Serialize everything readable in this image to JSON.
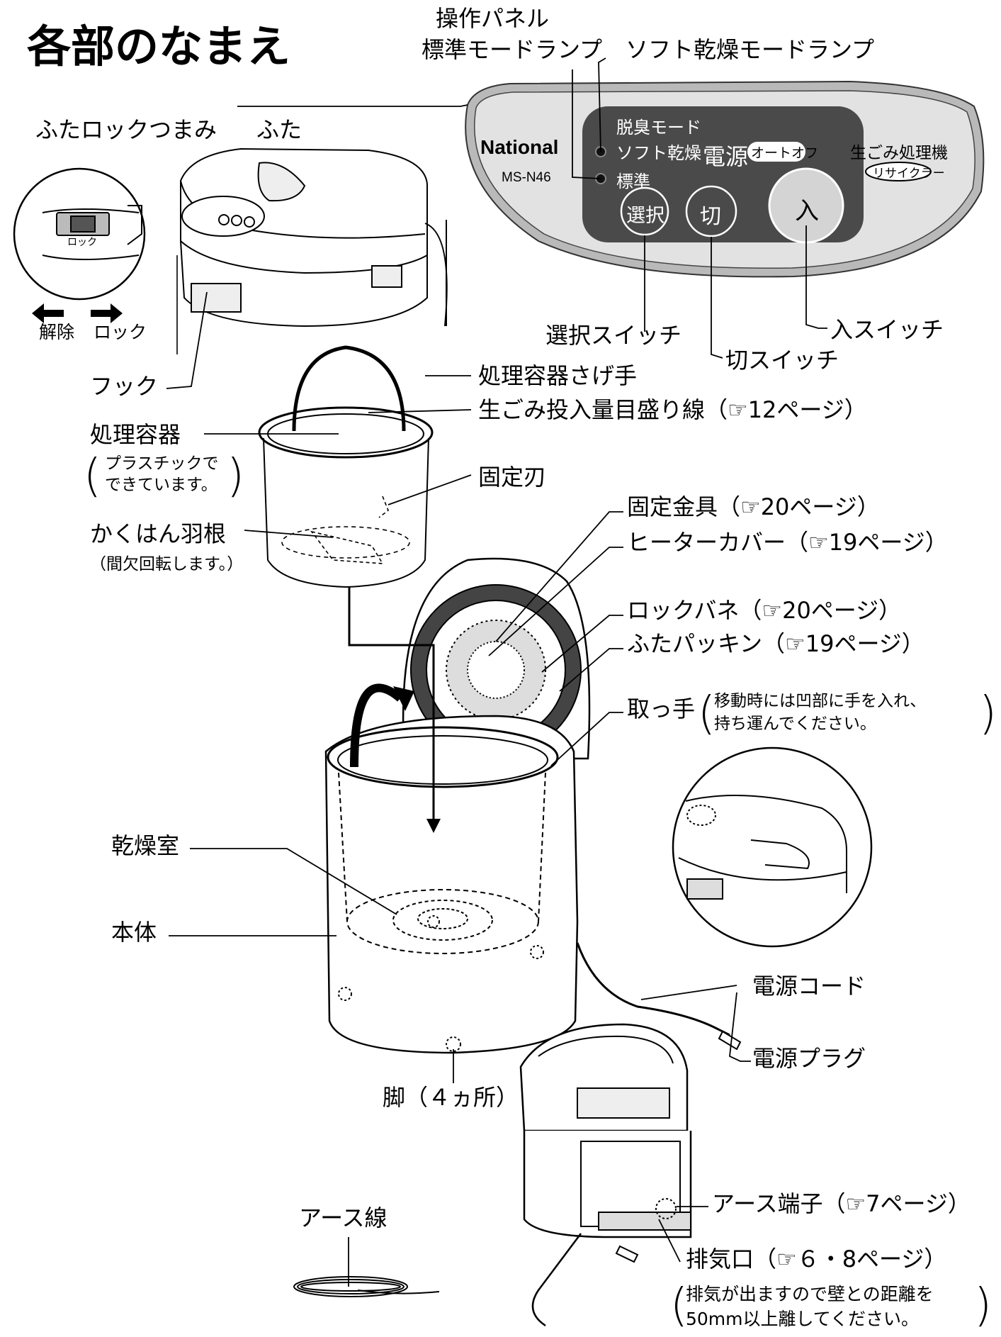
{
  "title": "各部のなまえ",
  "panel": {
    "heading": "操作パネル",
    "brand": "National",
    "model": "MS-N46",
    "mode_deodor": "脱臭モード",
    "mode_soft": "ソフト乾燥",
    "mode_std": "標準",
    "power": "電源",
    "auto_off": "オートオフ",
    "product": "生ごみ処理機",
    "recycler": "リサイクラー",
    "btn_select": "選択",
    "btn_off": "切",
    "btn_on": "入"
  },
  "labels": {
    "std_lamp": "標準モードランプ",
    "soft_lamp": "ソフト乾燥モードランプ",
    "lid_lock_knob": "ふたロックつまみ",
    "lid": "ふた",
    "lock_sticker": "ロック",
    "release": "解除",
    "lock": "ロック",
    "select_switch": "選択スイッチ",
    "on_switch": "入スイッチ",
    "off_switch": "切スイッチ",
    "hook": "フック",
    "handle": "処理容器さげ手",
    "gauge": "生ごみ投入量目盛り線（☞12ページ）",
    "container": "処理容器",
    "container_note1": "プラスチックで",
    "container_note2": "できています。",
    "fixed_blade": "固定刃",
    "fixing_bracket": "固定金具（☞20ページ）",
    "heater_cover": "ヒーターカバー（☞19ページ）",
    "stirring_blade": "かくはん羽根",
    "stirring_note": "（間欠回転します。）",
    "lock_spring": "ロックバネ（☞20ページ）",
    "lid_packing": "ふたパッキン（☞19ページ）",
    "grip": "取っ手",
    "grip_note1": "移動時には凹部に手を入れ、",
    "grip_note2": "持ち運んでください。",
    "drying_chamber": "乾燥室",
    "body": "本体",
    "power_cord": "電源コード",
    "power_plug": "電源プラグ",
    "legs": "脚（４ヵ所）",
    "earth_wire": "アース線",
    "earth_terminal": "アース端子（☞7ページ）",
    "exhaust": "排気口（☞６・8ページ）",
    "exhaust_note1": "排気が出ますので壁との距離を",
    "exhaust_note2": "50mm以上離してください。"
  },
  "colors": {
    "panel_outer": "#b9b9b9",
    "panel_inner": "#e2e2e2",
    "display": "#4a4a4a",
    "text": "#000000"
  }
}
